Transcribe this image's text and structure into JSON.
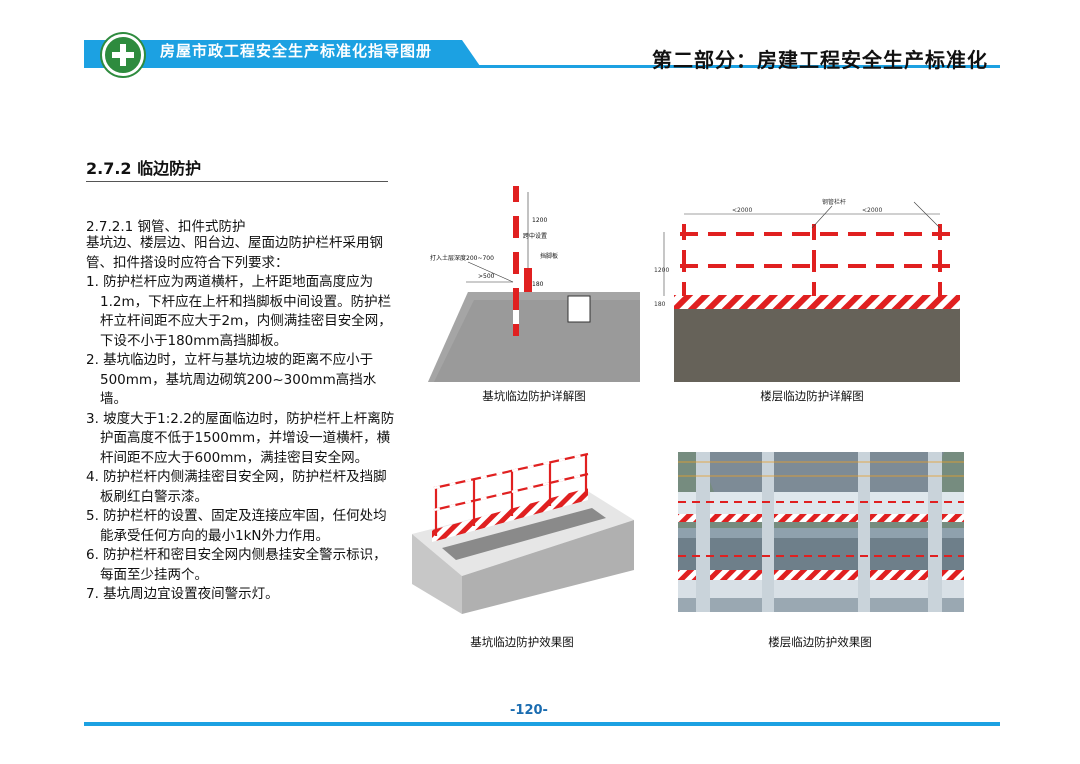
{
  "header": {
    "manual_title": "房屋市政工程安全生产标准化指导图册",
    "part_title": "第二部分：房建工程安全生产标准化",
    "accent_color": "#1ca1e2",
    "logo_color": "#2e8b3e"
  },
  "section": {
    "title": "2.7.2 临边防护",
    "subsection_title": "2.7.2.1 钢管、扣件式防护",
    "intro": "基坑边、楼层边、阳台边、屋面边防护栏杆采用钢管、扣件搭设时应符合下列要求：",
    "requirements": [
      "1. 防护栏杆应为两道横杆，上杆距地面高度应为1.2m，下杆应在上杆和挡脚板中间设置。防护栏杆立杆间距不应大于2m，内侧满挂密目安全网，下设不小于180mm高挡脚板。",
      "2. 基坑临边时，立杆与基坑边坡的距离不应小于500mm，基坑周边砌筑200~300mm高挡水墙。",
      "3. 坡度大于1:2.2的屋面临边时，防护栏杆上杆离防护面高度不低于1500mm，并增设一道横杆，横杆间距不应大于600mm，满挂密目安全网。",
      "4. 防护栏杆内侧满挂密目安全网，防护栏杆及挡脚板刷红白警示漆。",
      "5. 防护栏杆的设置、固定及连接应牢固，任何处均能承受任何方向的最小1kN外力作用。",
      "6. 防护栏杆和密目安全网内侧悬挂安全警示标识，每面至少挂两个。",
      "7. 基坑周边宜设置夜间警示灯。"
    ]
  },
  "figures": {
    "pit_detail": {
      "caption": "基坑临边防护详解图",
      "labels": {
        "embed": "打入土层深度200~700",
        "mid": "跨中设置",
        "toe": "挡脚板",
        "h1200": "1200",
        "h180": "180",
        "h500": ">500"
      }
    },
    "floor_detail": {
      "caption": "楼层临边防护详解图",
      "labels": {
        "span1": "<2000",
        "span2": "<2000",
        "top": "钢管栏杆",
        "h1200": "1200",
        "h180": "180"
      }
    },
    "pit_effect": {
      "caption": "基坑临边防护效果图"
    },
    "floor_effect": {
      "caption": "楼层临边防护效果图"
    }
  },
  "footer": {
    "page_number": "-120-"
  }
}
